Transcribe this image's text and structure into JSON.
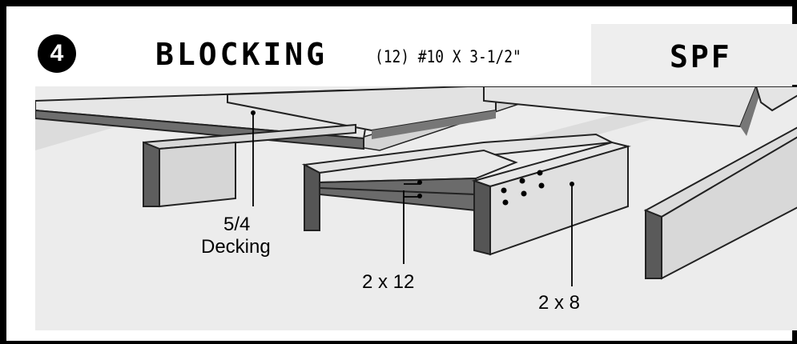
{
  "header": {
    "step_number": "4",
    "title": "BLOCKING",
    "fastener": "(12) #10 X 3-1/2\"",
    "material": "SPF"
  },
  "callouts": {
    "decking_line1": "5/4",
    "decking_line2": "Decking",
    "blocking": "2 x 12",
    "joist": "2 x 8"
  }
}
